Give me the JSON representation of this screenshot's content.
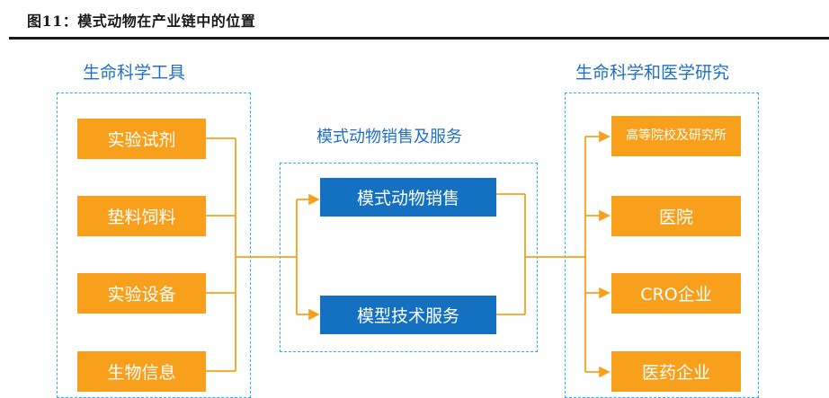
{
  "figure_title": "图11：模式动物在产业链中的位置",
  "sections": {
    "left_label": "生命科学工具",
    "middle_label": "模式动物销售及服务",
    "right_label": "生命科学和医学研究"
  },
  "left_items": [
    "实验试剂",
    "垫料饲料",
    "实验设备",
    "生物信息"
  ],
  "middle_items": [
    "模式动物销售",
    "模型技术服务"
  ],
  "right_items": [
    "高等院校及研究所",
    "医院",
    "CRO企业",
    "医药企业"
  ],
  "colors": {
    "orange": "#f8a01c",
    "blue": "#1470c0",
    "dashed_border": "#2ab1e6",
    "label_blue": "#1f6fc4"
  }
}
